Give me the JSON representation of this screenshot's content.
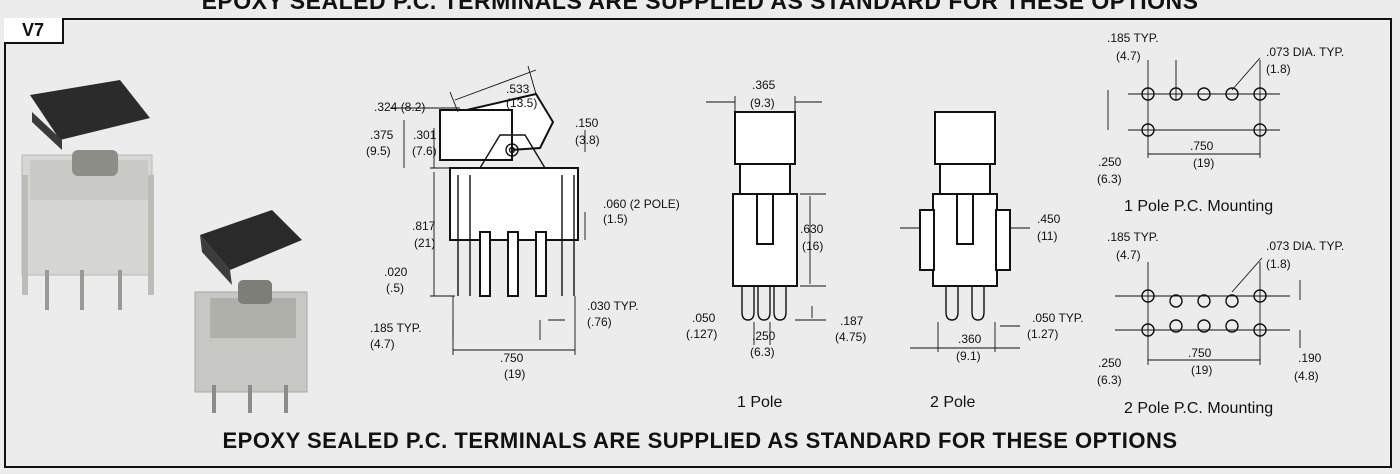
{
  "banner": {
    "top_text": "EPOXY SEALED P.C. TERMINALS ARE SUPPLIED AS STANDARD FOR THESE OPTIONS",
    "bottom_text": "EPOXY SEALED P.C. TERMINALS ARE SUPPLIED AS STANDARD FOR THESE OPTIONS"
  },
  "option_code": "V7",
  "photos": {
    "switch_1": "rocker-switch-photo",
    "switch_2": "rocker-switch-photo"
  },
  "side_view": {
    "d_533": ".533",
    "d_13_5": "(13.5)",
    "d_324": ".324 (8.2)",
    "d_150": ".150",
    "d_3_8": "(3.8)",
    "d_375": ".375",
    "d_9_5": "(9.5)",
    "d_301": ".301",
    "d_7_6": "(7.6)",
    "d_060": ".060 (2 POLE)",
    "d_1_5": "(1.5)",
    "d_817": ".817",
    "d_21": "(21)",
    "d_020": ".020",
    "d_05": "(.5)",
    "d_030": ".030 TYP.",
    "d_76": "(.76)",
    "d_185": ".185 TYP.",
    "d_4_7": "(4.7)",
    "d_750": ".750",
    "d_19": "(19)"
  },
  "pole1": {
    "d_365": ".365",
    "d_9_3": "(9.3)",
    "d_630": ".630",
    "d_16": "(16)",
    "d_050": ".050",
    "d_127": "(.127)",
    "d_250": ".250",
    "d_6_3": "(6.3)",
    "d_187": ".187",
    "d_4_75": "(4.75)",
    "caption": "1 Pole"
  },
  "pole2": {
    "d_450": ".450",
    "d_11": "(11)",
    "d_050": ".050 TYP.",
    "d_1_27": "(1.27)",
    "d_360": ".360",
    "d_9_1": "(9.1)",
    "caption": "2 Pole"
  },
  "mount1": {
    "d_185": ".185 TYP.",
    "d_4_7": "(4.7)",
    "d_073": ".073 DIA. TYP.",
    "d_1_8": "(1.8)",
    "d_750": ".750",
    "d_19": "(19)",
    "d_250": ".250",
    "d_6_3": "(6.3)",
    "caption": "1 Pole P.C. Mounting"
  },
  "mount2": {
    "d_185": ".185 TYP.",
    "d_4_7": "(4.7)",
    "d_073": ".073 DIA. TYP.",
    "d_1_8": "(1.8)",
    "d_750": ".750",
    "d_19": "(19)",
    "d_250": ".250",
    "d_6_3": "(6.3)",
    "d_190": ".190",
    "d_4_8": "(4.8)",
    "caption": "2 Pole P.C. Mounting"
  }
}
